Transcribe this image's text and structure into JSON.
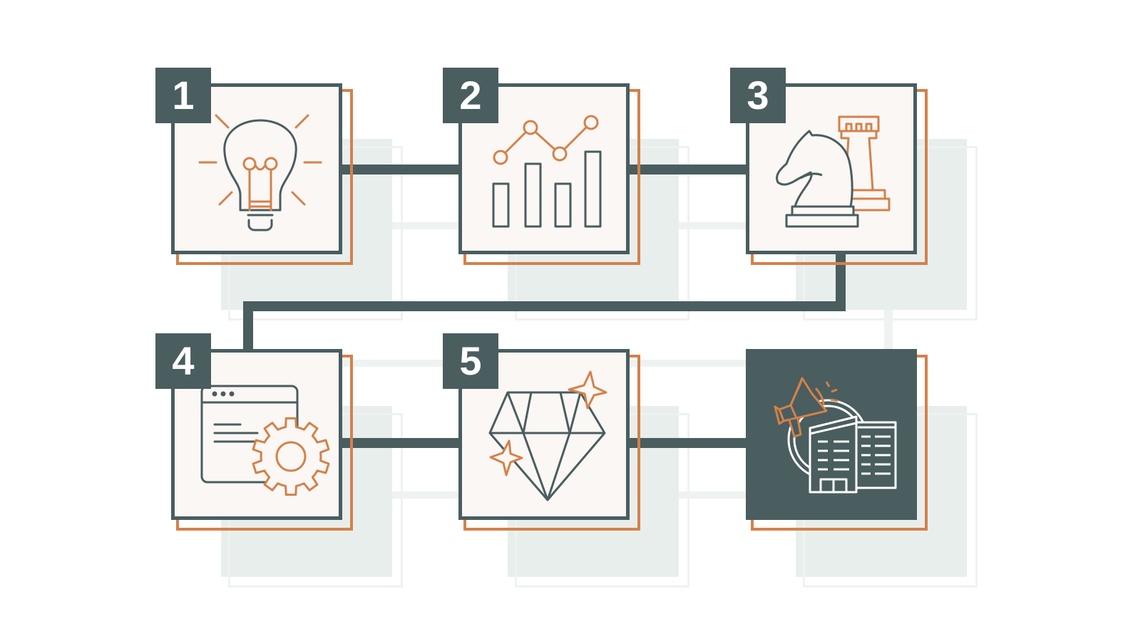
{
  "colors": {
    "primary": "#4a5d5f",
    "accent": "#d4814a",
    "card_bg": "#faf7f4",
    "ghost": "#e8eeec",
    "white": "#ffffff"
  },
  "steps": [
    {
      "number": "1",
      "icon": "lightbulb-icon"
    },
    {
      "number": "2",
      "icon": "line-bar-chart-icon"
    },
    {
      "number": "3",
      "icon": "chess-knight-rook-icon"
    },
    {
      "number": "4",
      "icon": "browser-gear-icon"
    },
    {
      "number": "5",
      "icon": "diamond-sparkles-icon"
    },
    {
      "number": "",
      "icon": "megaphone-buildings-icon"
    }
  ]
}
